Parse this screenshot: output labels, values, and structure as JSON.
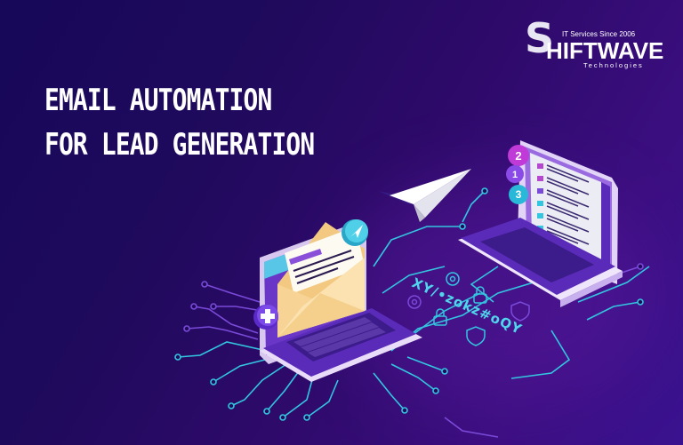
{
  "logo": {
    "letter": "S",
    "name": "HIFTWAVE",
    "tagline": "IT Services Since 2006",
    "subtitle": "Technologies"
  },
  "headline": {
    "line1": "EMAIL AUTOMATION",
    "line2": "FOR LEAD GENERATION"
  },
  "illustration": {
    "cipher_text": "XY/•zokz#oQY",
    "step_badges": [
      "2",
      "1",
      "3"
    ],
    "icons": [
      "paper-plane",
      "envelope",
      "send-badge",
      "plus-badge",
      "gear",
      "padlock",
      "shield"
    ]
  },
  "colors": {
    "background_start": "#17085a",
    "background_end": "#3b0e80",
    "cyan": "#33c6e0",
    "violet": "#7a3ad6",
    "envelope": "#f7d496",
    "laptop": "#5a2bb8"
  }
}
